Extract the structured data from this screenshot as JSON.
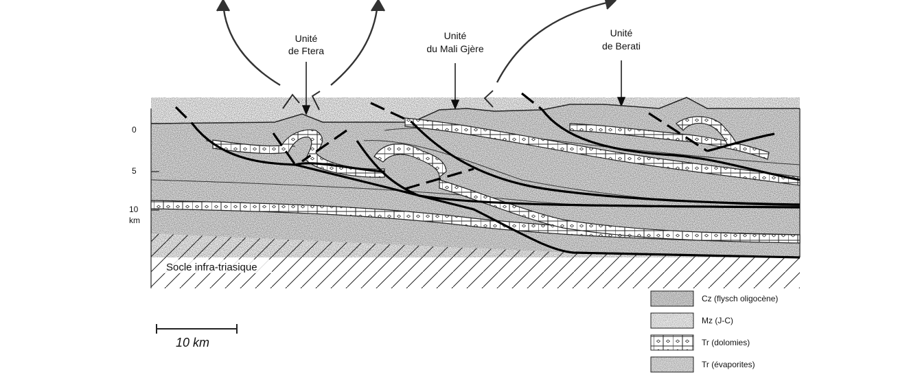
{
  "units": [
    {
      "line1": "Unité",
      "line2": "de Ftera"
    },
    {
      "line1": "Unité",
      "line2": "du Mali Gjère"
    },
    {
      "line1": "Unité",
      "line2": "de Berati"
    }
  ],
  "depth_axis": {
    "ticks": [
      "0",
      "5",
      "10"
    ],
    "unit": "km"
  },
  "scale_bar": {
    "label": "10 km"
  },
  "basement_label": "Socle infra-triasique",
  "legend": [
    {
      "label": "Cz (flysch oligocène)",
      "pattern": "dense-stipple"
    },
    {
      "label": "Mz (J-C)",
      "pattern": "light-stipple"
    },
    {
      "label": "Tr (dolomies)",
      "pattern": "brick-diamond"
    },
    {
      "label": "Tr (évaporites)",
      "pattern": "fine-stipple"
    }
  ],
  "colors": {
    "ink": "#111111",
    "paper": "#ffffff"
  }
}
